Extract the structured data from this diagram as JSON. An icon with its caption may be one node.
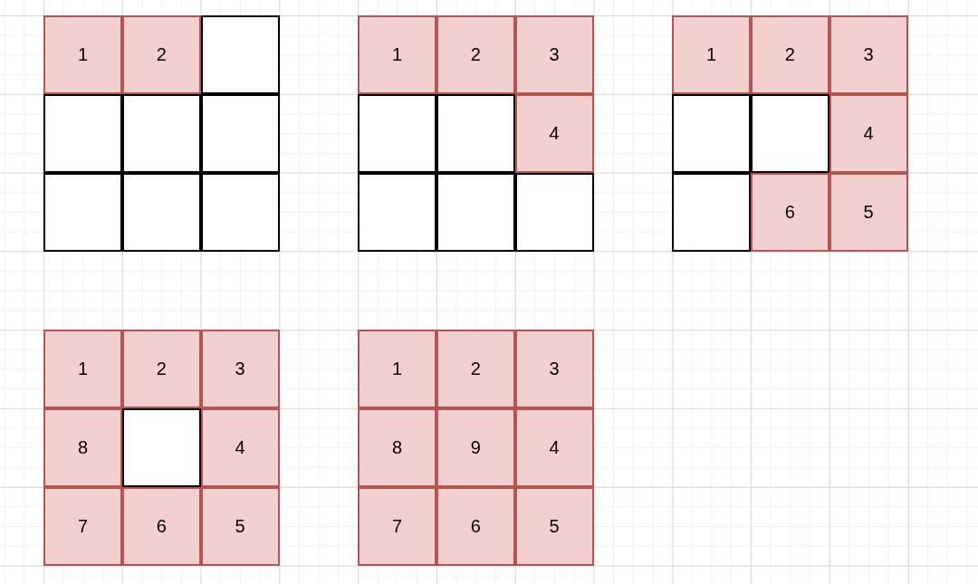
{
  "diagram": {
    "nodes": [
      {
        "text": [
          "1"
        ]
      },
      {
        "text": [
          "2"
        ]
      },
      {
        "text": [],
        "shape": "box"
      },
      {
        "text": [],
        "shape": "box"
      },
      {
        "text": [],
        "shape": "box"
      },
      {
        "text": [],
        "shape": "box"
      },
      {
        "text": [],
        "shape": "box"
      },
      {
        "text": [],
        "shape": "box"
      },
      {
        "text": [],
        "shape": "box"
      },
      {
        "text": [
          "1"
        ]
      },
      {
        "text": [
          "2"
        ]
      },
      {
        "text": [
          "3"
        ]
      },
      {
        "text": [],
        "shape": "box"
      },
      {
        "text": [],
        "shape": "box"
      },
      {
        "text": [
          "4"
        ]
      },
      {
        "text": [],
        "shape": "box"
      },
      {
        "text": [],
        "shape": "box"
      },
      {
        "text": [],
        "shape": "box"
      },
      {
        "text": [
          "1"
        ]
      },
      {
        "text": [
          "2"
        ]
      },
      {
        "text": [
          "3"
        ]
      },
      {
        "text": [],
        "shape": "box"
      },
      {
        "text": [],
        "shape": "box"
      },
      {
        "text": [
          "4"
        ]
      },
      {
        "text": [],
        "shape": "box"
      },
      {
        "text": [
          "6"
        ]
      },
      {
        "text": [
          "5"
        ]
      },
      {
        "text": [
          "1"
        ]
      },
      {
        "text": [
          "2"
        ]
      },
      {
        "text": [
          "3"
        ]
      },
      {
        "text": [
          "8"
        ]
      },
      {
        "text": [],
        "shape": "box"
      },
      {
        "text": [
          "4"
        ]
      },
      {
        "text": [
          "7"
        ]
      },
      {
        "text": [
          "6"
        ]
      },
      {
        "text": [
          "5"
        ]
      },
      {
        "text": [
          "1"
        ]
      },
      {
        "text": [
          "2"
        ]
      },
      {
        "text": [
          "3"
        ]
      },
      {
        "text": [
          "8"
        ]
      },
      {
        "text": [
          "9"
        ]
      },
      {
        "text": [
          "4"
        ]
      },
      {
        "text": [
          "7"
        ]
      },
      {
        "text": [
          "6"
        ]
      },
      {
        "text": [
          "5"
        ]
      }
    ]
  }
}
